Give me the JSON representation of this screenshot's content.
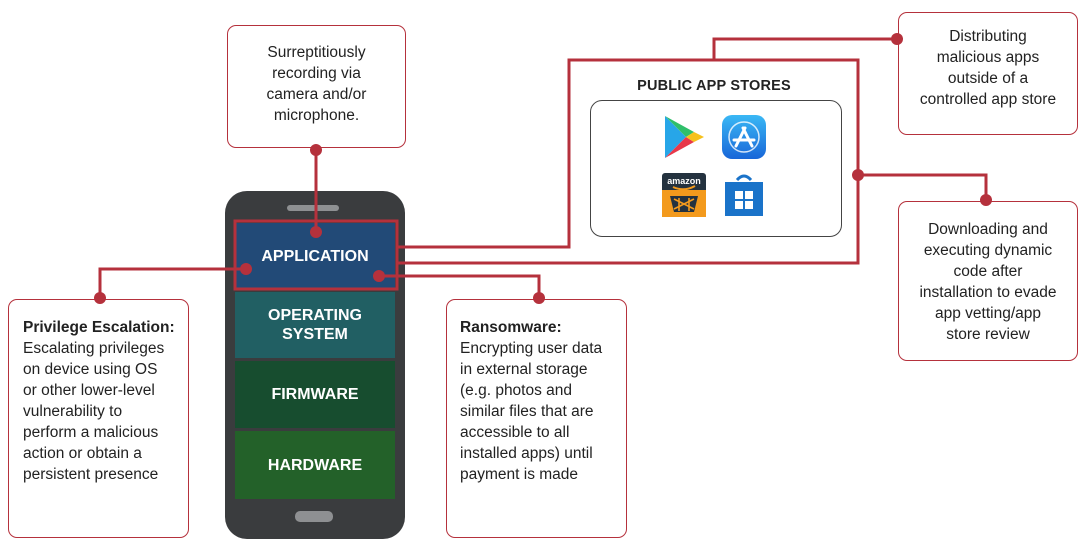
{
  "phone": {
    "layers": {
      "application": "APPLICATION",
      "operating_system": "OPERATING\nSYSTEM",
      "firmware": "FIRMWARE",
      "hardware": "HARDWARE"
    }
  },
  "callouts": {
    "recording": "Surreptitiously\nrecording via\ncamera and/or\nmicrophone.",
    "privilege_title": "Privilege Escalation:",
    "privilege_body": "Escalating privileges\non device using OS\nor other lower-level\nvulnerability to\nperform a malicious\naction or obtain a\npersistent presence",
    "ransomware_title": "Ransomware:",
    "ransomware_body": "Encrypting user data\nin external storage\n(e.g. photos and\nsimilar files that are\naccessible to all\ninstalled apps) until\npayment is made",
    "distributing": "Distributing\nmalicious apps\noutside of a\ncontrolled app store",
    "downloading": "Downloading and\nexecuting dynamic\ncode after\ninstallation to evade\napp vetting/app\nstore review"
  },
  "app_stores": {
    "title": "PUBLIC APP STORES",
    "amazon_label": "amazon",
    "icons": [
      "google-play-icon",
      "apple-app-store-icon",
      "amazon-appstore-icon",
      "microsoft-store-icon"
    ]
  },
  "colors": {
    "accent_red": "#b5313c",
    "application_layer": "#224a77",
    "os_layer": "#215f63",
    "firmware_layer": "#174d2f",
    "hardware_layer": "#236129",
    "phone_body": "#3a3c3e"
  }
}
